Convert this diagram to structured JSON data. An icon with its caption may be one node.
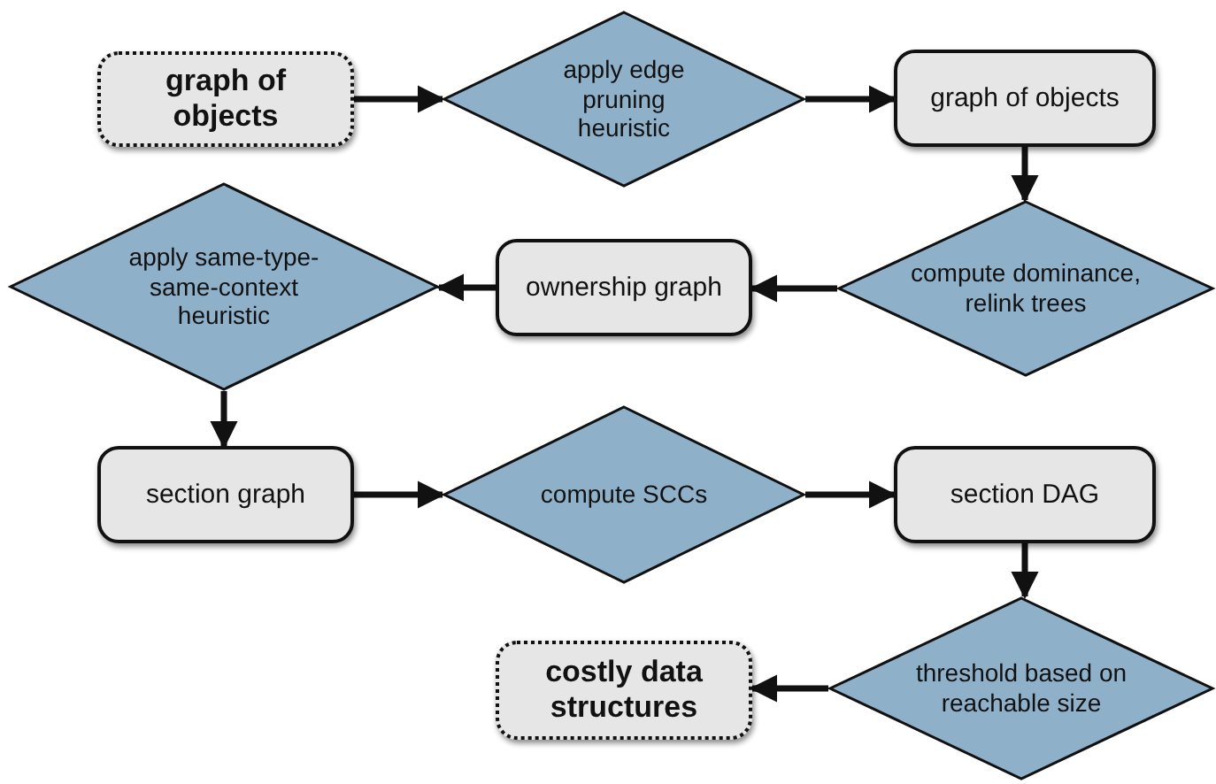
{
  "diagram": {
    "nodes": [
      {
        "text": [
          "graph of objects"
        ]
      },
      {
        "text": [
          "apply edge pruning heuristic"
        ]
      },
      {
        "text": [
          "graph of objects"
        ]
      },
      {
        "text": [
          "compute dominance, relink trees"
        ]
      },
      {
        "text": [
          "ownership graph"
        ]
      },
      {
        "text": [
          "apply same-type-same-context heuristic"
        ]
      },
      {
        "text": [
          "section graph"
        ]
      },
      {
        "text": [
          "compute SCCs"
        ]
      },
      {
        "text": [
          "section DAG"
        ]
      },
      {
        "text": [
          "threshold based on reachable size"
        ]
      },
      {
        "text": [
          "costly data structures"
        ]
      }
    ],
    "edges": [
      {
        "from": 0,
        "to": 1,
        "arrow": "to"
      },
      {
        "from": 1,
        "to": 2,
        "arrow": "to"
      },
      {
        "from": 2,
        "to": 3,
        "arrow": "to"
      },
      {
        "from": 3,
        "to": 4,
        "arrow": "to"
      },
      {
        "from": 4,
        "to": 5,
        "arrow": "to"
      },
      {
        "from": 5,
        "to": 6,
        "arrow": "to"
      },
      {
        "from": 6,
        "to": 7,
        "arrow": "to"
      },
      {
        "from": 7,
        "to": 8,
        "arrow": "to"
      },
      {
        "from": 8,
        "to": 9,
        "arrow": "to"
      },
      {
        "from": 9,
        "to": 10,
        "arrow": "to"
      }
    ]
  }
}
